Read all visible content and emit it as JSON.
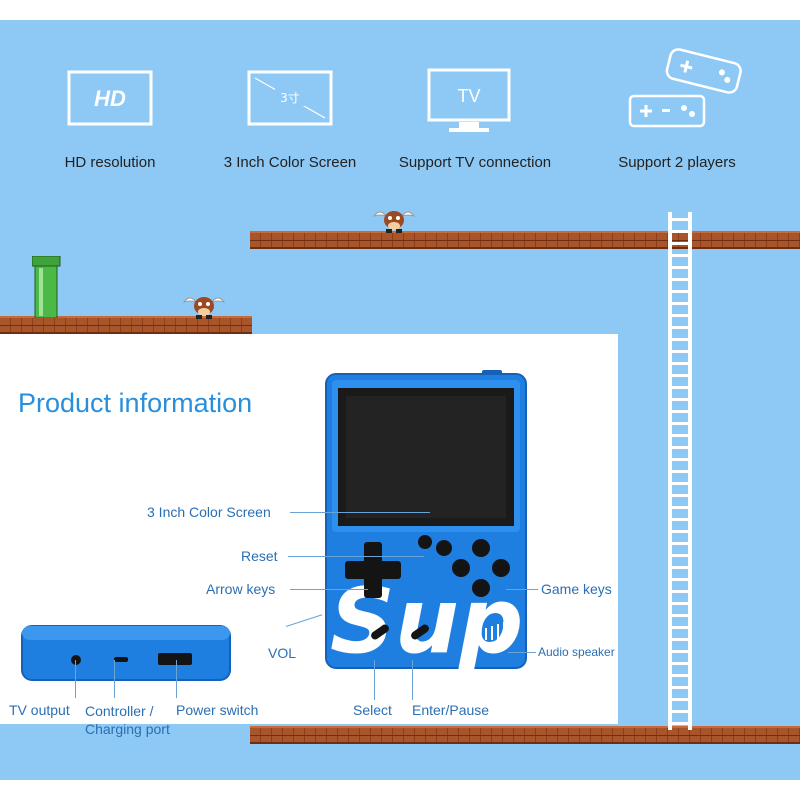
{
  "features": [
    {
      "icon": "hd-icon",
      "icon_text": "HD",
      "label": "HD resolution"
    },
    {
      "icon": "screen-size-icon",
      "icon_text": "3寸",
      "label": "3 Inch Color Screen"
    },
    {
      "icon": "tv-icon",
      "icon_text": "TV",
      "label": "Support TV connection"
    },
    {
      "icon": "two-controllers-icon",
      "icon_text": "",
      "label": "Support 2 players"
    }
  ],
  "product": {
    "title": "Product information",
    "console_logo": "Sup",
    "callouts": {
      "screen": "3 Inch Color Screen",
      "reset": "Reset",
      "arrow_keys": "Arrow keys",
      "game_keys": "Game keys",
      "vol": "VOL",
      "audio_speaker": "Audio speaker",
      "select": "Select",
      "enter_pause": "Enter/Pause",
      "tv_output": "TV output",
      "controller_port": "Controller /\nCharging port",
      "power_switch": "Power switch"
    }
  },
  "colors": {
    "sky": "#8ec9f5",
    "console_blue": "#1f7fe0",
    "callout_text": "#2a6fb3",
    "title_text": "#2a8fdb",
    "brick": "#9b4a24"
  }
}
